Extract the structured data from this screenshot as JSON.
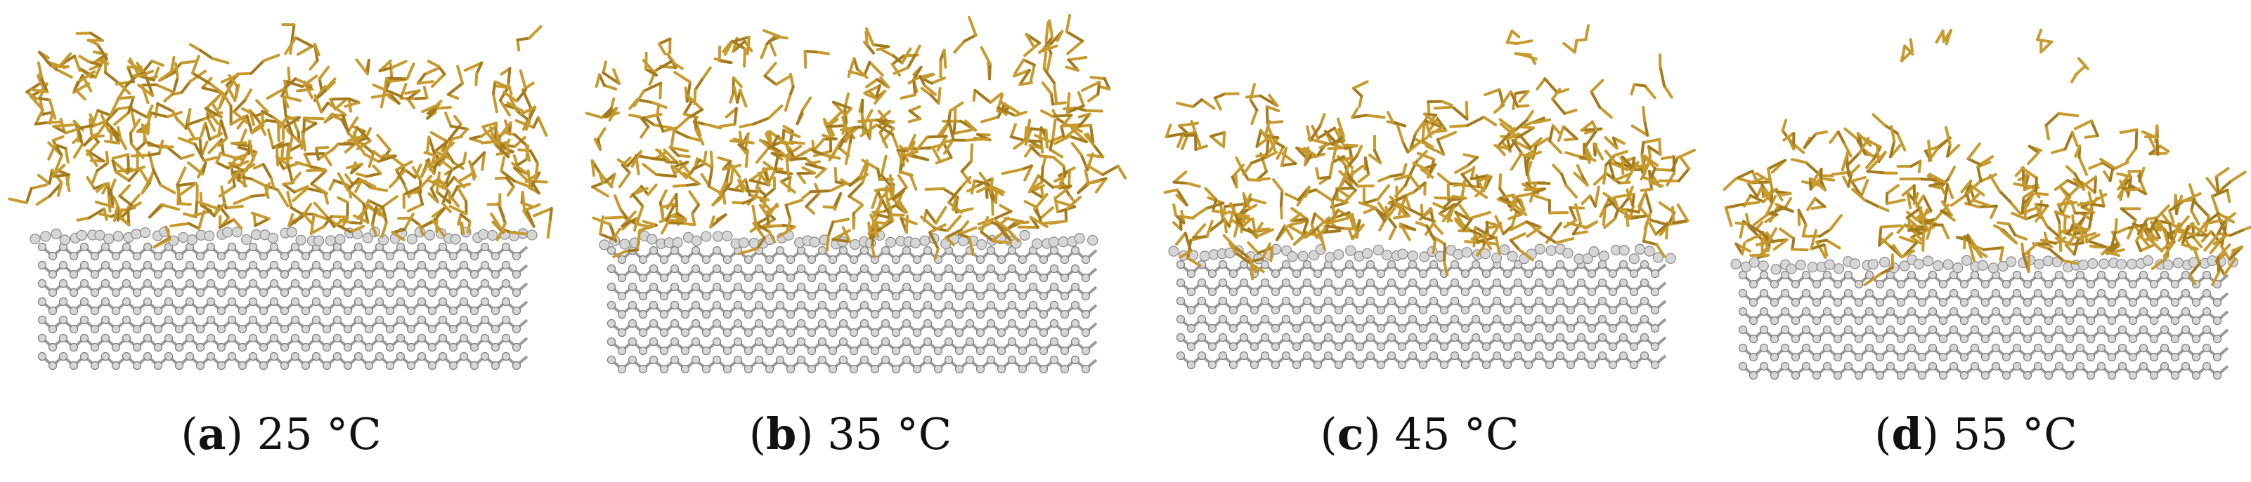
{
  "colors": {
    "background": "#ffffff",
    "molecule_gold": "#c79a2e",
    "molecule_gold_dark": "#a37a1c",
    "surface_grey": "#9a9a9a",
    "surface_light": "#d6d6d6",
    "caption_text": "#111111"
  },
  "panels": [
    {
      "letter": "a",
      "temperature": "25 °C",
      "coverage": 1.0
    },
    {
      "letter": "b",
      "temperature": "35 °C",
      "coverage": 0.95
    },
    {
      "letter": "c",
      "temperature": "45 °C",
      "coverage": 0.8
    },
    {
      "letter": "d",
      "temperature": "55 °C",
      "coverage": 0.65
    }
  ]
}
